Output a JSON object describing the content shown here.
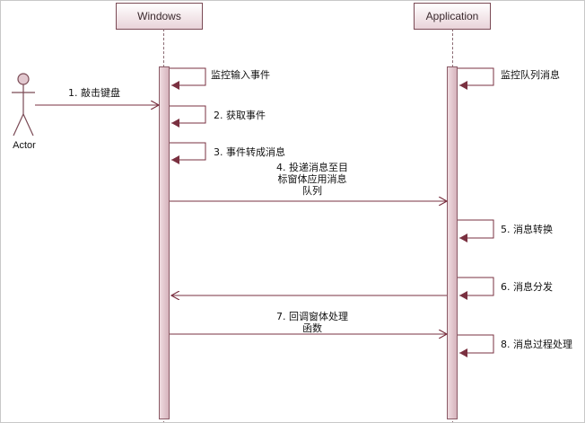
{
  "actor": {
    "label": "Actor"
  },
  "lifelines": [
    {
      "label": "Windows"
    },
    {
      "label": "Application"
    }
  ],
  "messages": [
    {
      "label": "1. 敲击键盘"
    },
    {
      "label": "监控输入事件"
    },
    {
      "label": "2. 获取事件"
    },
    {
      "label": "3. 事件转成消息"
    },
    {
      "line1": "4. 投递消息至目",
      "line2": "标窗体应用消息",
      "line3": "队列"
    },
    {
      "label": "监控队列消息"
    },
    {
      "label": "5. 消息转换"
    },
    {
      "label": "6. 消息分发"
    },
    {
      "line1": "7. 回调窗体处理",
      "line2": "函数"
    },
    {
      "label": "8. 消息过程处理"
    }
  ],
  "colors": {
    "arrow": "#7a3040",
    "box_border": "#7a4a55",
    "activation_fill": "#dcbcc4"
  }
}
